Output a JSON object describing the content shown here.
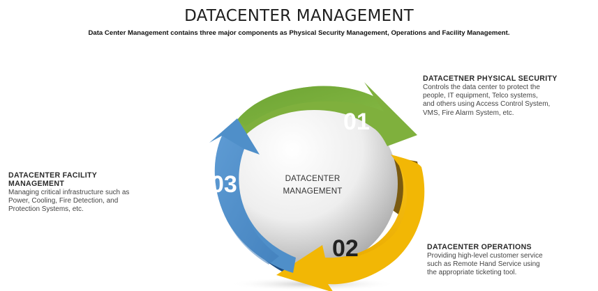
{
  "title": "DATACENTER MANAGEMENT",
  "subtitle": "Data Center Management contains three major components as Physical Security Management, Operations and Facility Management.",
  "center_label": {
    "line1": "DATACENTER",
    "line2": "MANAGEMENT"
  },
  "segments": [
    {
      "number": "01",
      "color": "#7fb03d"
    },
    {
      "number": "02",
      "color": "#f2b705"
    },
    {
      "number": "03",
      "color": "#4f8fc9"
    }
  ],
  "blocks": {
    "security": {
      "title": "DATACETNER PHYSICAL SECURITY",
      "lines": [
        "Controls the data center to protect the",
        "people, IT equipment, Telco systems,",
        "and others using Access Control System,",
        "VMS, Fire Alarm System, etc."
      ]
    },
    "operations": {
      "title": "DATACENTER OPERATIONS",
      "lines": [
        "Providing high-level customer service",
        "such as Remote Hand Service using",
        "the appropriate ticketing tool."
      ]
    },
    "facility": {
      "title_lines": [
        "DATACENTER FACILITY",
        "MANAGEMENT"
      ],
      "lines": [
        "Managing critical infrastructure such as",
        "Power, Cooling, Fire Detection, and",
        "Protection Systems, etc."
      ]
    }
  }
}
